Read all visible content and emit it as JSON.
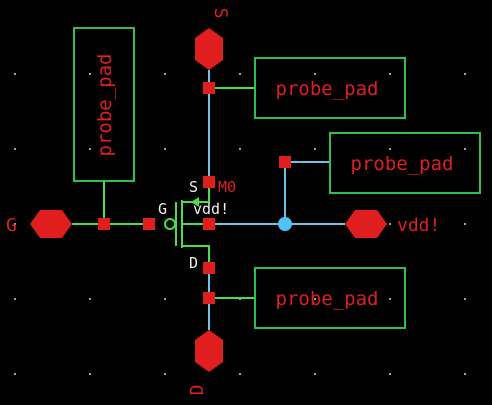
{
  "schematic": {
    "probe_pads": [
      {
        "label": "probe_pad"
      },
      {
        "label": "probe_pad"
      },
      {
        "label": "probe_pad"
      },
      {
        "label": "probe_pad"
      }
    ],
    "pins": {
      "gate": "G",
      "source": "S",
      "drain": "D",
      "supply": "vdd!"
    },
    "transistor": {
      "instance_name": "M0",
      "terminal_gate": "G",
      "terminal_source": "S",
      "terminal_drain": "D",
      "terminal_bulk": "vdd!"
    }
  },
  "colors": {
    "background": "#000000",
    "grid_dot": "#a0a0a0",
    "wire": "#6ec3e6",
    "device": "#44e044",
    "pad": "#2ec04a",
    "pin": "#e01e1e",
    "pin_square": "#e01e1e",
    "junction": "#4fc3f7",
    "text_red": "#e01e1e",
    "text_white": "#f0f0f0"
  }
}
